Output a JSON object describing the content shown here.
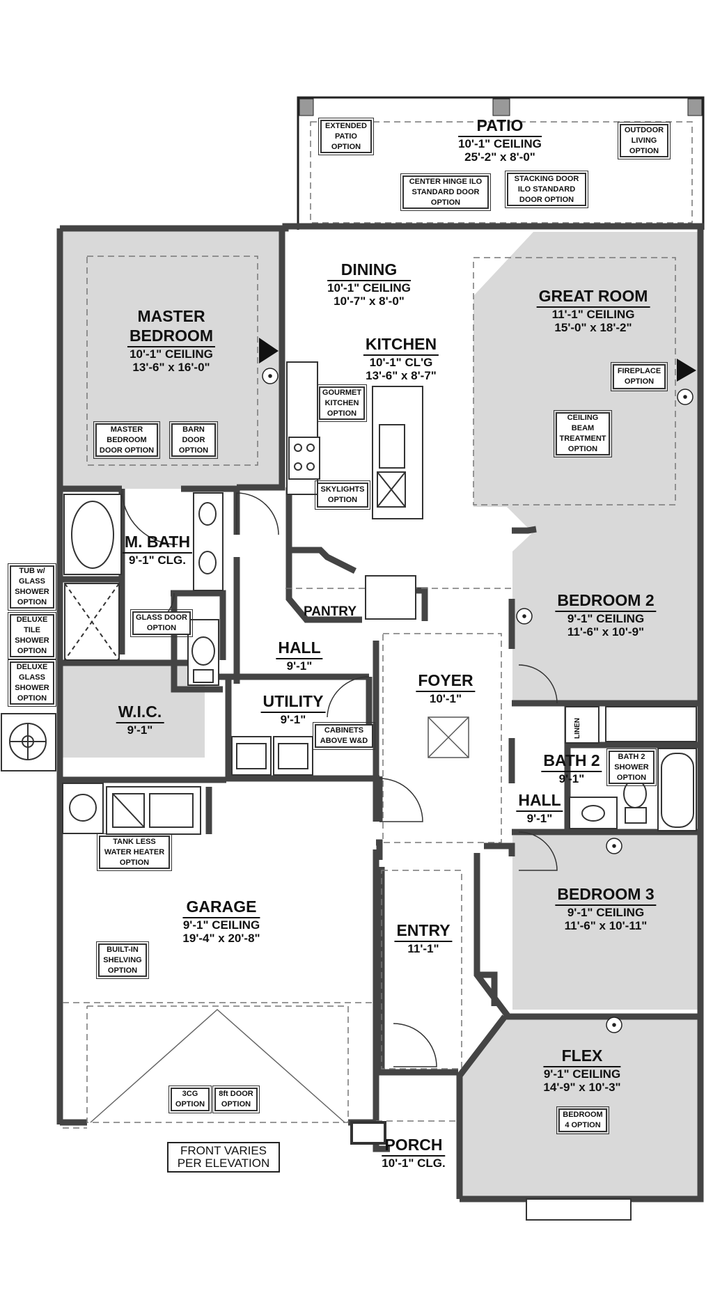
{
  "plan": {
    "colors": {
      "wall": "#444444",
      "fill": "#d9d9d9",
      "line": "#222222",
      "dash": "#777777"
    },
    "rooms": [
      {
        "name": "PATIO",
        "lines": [
          "10'-1\"   CEILING",
          "25'-2\" x 8'-0\""
        ]
      },
      {
        "name": "DINING",
        "lines": [
          "10'-1\"   CEILING",
          "10'-7\" x 8'-0\""
        ]
      },
      {
        "name": "GREAT ROOM",
        "lines": [
          "11'-1\"    CEILING",
          "15'-0\" x 18'-2\""
        ]
      },
      {
        "name": "MASTER",
        "lines": []
      },
      {
        "name": "BEDROOM",
        "lines": [
          "10'-1\"   CEILING",
          "13'-6\" x 16'-0\""
        ]
      },
      {
        "name": "KITCHEN",
        "lines": [
          "10'-1\"   CL'G",
          "13'-6\" x 8'-7\""
        ]
      },
      {
        "name": "M. BATH",
        "lines": [
          "9'-1\"  CLG."
        ]
      },
      {
        "name": "BEDROOM 2",
        "lines": [
          "9'-1\"    CEILING",
          "11'-6\" x 10'-9\""
        ]
      },
      {
        "name": "PANTRY",
        "lines": []
      },
      {
        "name": "HALL",
        "lines": [
          "9'-1\""
        ]
      },
      {
        "name": "FOYER",
        "lines": [
          "10'-1\""
        ]
      },
      {
        "name": "UTILITY",
        "lines": [
          "9'-1\""
        ]
      },
      {
        "name": "W.I.C.",
        "lines": [
          "9'-1\""
        ]
      },
      {
        "name": "BATH 2",
        "lines": [
          "9'-1\""
        ]
      },
      {
        "name": "HALL",
        "lines": [
          "9'-1\""
        ]
      },
      {
        "name": "GARAGE",
        "lines": [
          "9'-1\"   CEILING",
          "19'-4\" x 20'-8\""
        ]
      },
      {
        "name": "ENTRY",
        "lines": [
          "11'-1\""
        ]
      },
      {
        "name": "BEDROOM 3",
        "lines": [
          "9'-1\"    CEILING",
          "11'-6\" x 10'-11\""
        ]
      },
      {
        "name": "FLEX",
        "lines": [
          "9'-1\"   CEILING",
          "14'-9\" x 10'-3\""
        ]
      },
      {
        "name": "PORCH",
        "lines": [
          "10'-1\" CLG."
        ]
      }
    ],
    "options": [
      "EXTENDED\nPATIO\nOPTION",
      "OUTDOOR\nLIVING\nOPTION",
      "CENTER HINGE ILO\nSTANDARD DOOR\nOPTION",
      "STACKING DOOR\nILO STANDARD\nDOOR OPTION",
      "FIREPLACE\nOPTION",
      "CEILING\nBEAM\nTREATMENT\nOPTION",
      "GOURMET\nKITCHEN\nOPTION",
      "SKYLIGHTS\nOPTION",
      "MASTER\nBEDROOM\nDOOR OPTION",
      "BARN\nDOOR\nOPTION",
      "TUB w/\nGLASS\nSHOWER\nOPTION",
      "DELUXE\nTILE\nSHOWER\nOPTION",
      "DELUXE\nGLASS\nSHOWER\nOPTION",
      "GLASS DOOR\nOPTION",
      "CABINETS\nABOVE W&D",
      "BATH 2\nSHOWER\nOPTION",
      "TANK LESS\nWATER HEATER\nOPTION",
      "BUILT-IN\nSHELVING\nOPTION",
      "3CG\nOPTION",
      "8ft DOOR\nOPTION",
      "BEDROOM\n4 OPTION"
    ],
    "linen_label": "LINEN",
    "note": "FRONT VARIES\nPER ELEVATION"
  }
}
